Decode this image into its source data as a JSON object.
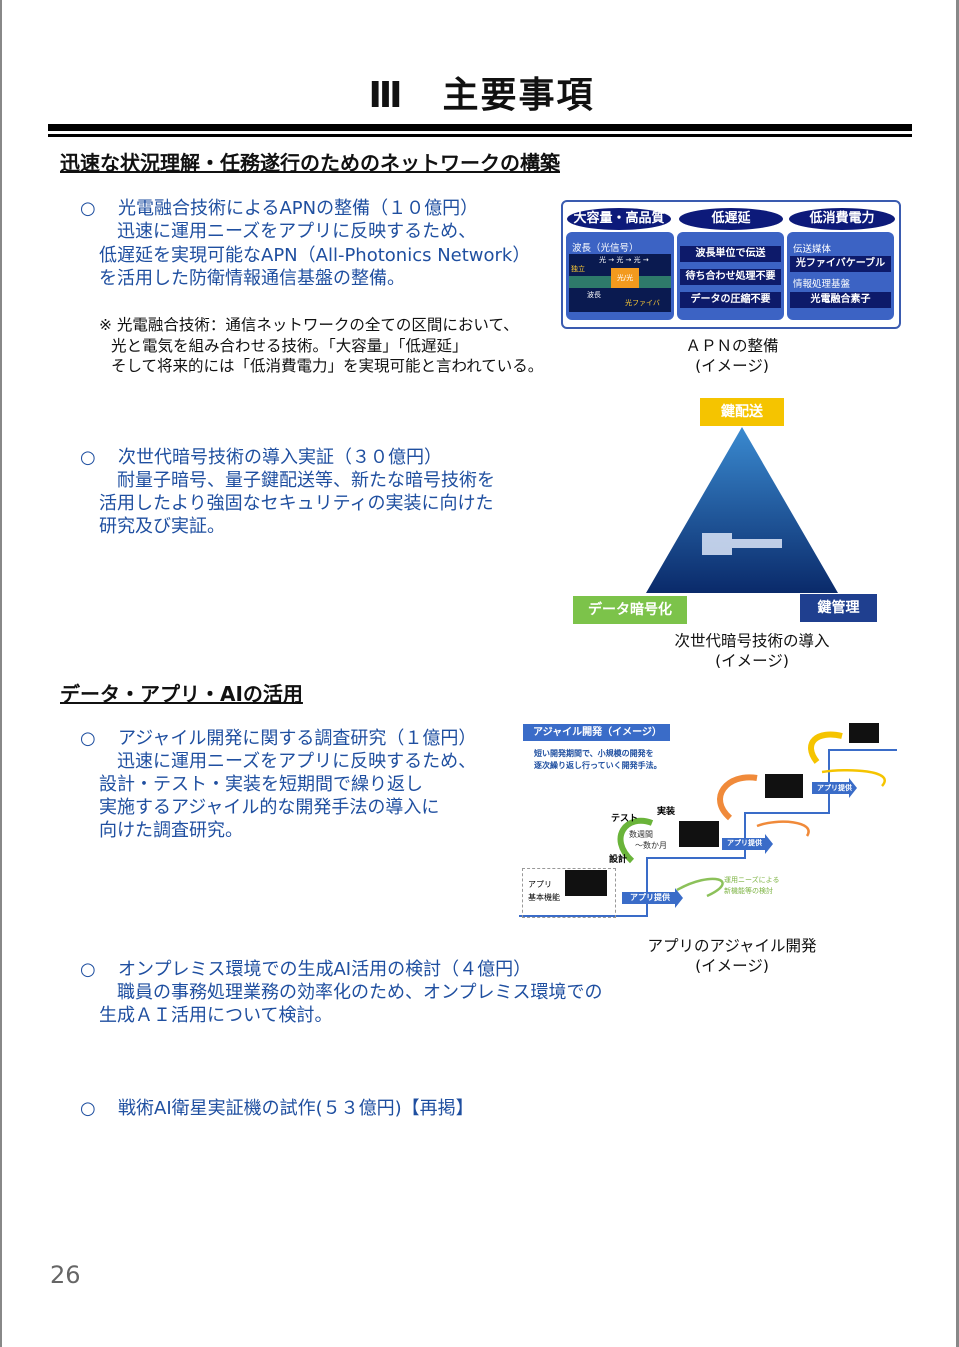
{
  "title": "Ⅲ　主要事項",
  "section1": {
    "heading": "迅速な状況理解・任務遂行のためのネットワークの構築",
    "item1": {
      "bullet": "○",
      "lines": [
        "光電融合技術によるAPNの整備（１０億円）",
        "　迅速に運用ニーズをアプリに反映するため、",
        "低遅延を実現可能なAPN（All-Photonics Network）",
        "を活用した防衛情報通信基盤の整備。"
      ]
    },
    "note": [
      "※ 光電融合技術：通信ネットワークの全ての区間において、",
      "光と電気を組み合わせる技術。「大容量」「低遅延」",
      "そして将来的には「低消費電力」を実現可能と言われている。"
    ],
    "apn": {
      "pills": [
        "大容量・高品質",
        "低遅延",
        "低消費電力"
      ],
      "col1_label": "波長（光信号）",
      "col1_flow": "光 → 光 → 光 →",
      "col1_tags": [
        "独立",
        "光/光",
        "波長",
        "光ファイバ"
      ],
      "col2_boxes": [
        "波長単位で伝送",
        "待ち合わせ処理不要",
        "データの圧縮不要"
      ],
      "col3_labels": [
        "伝送媒体",
        "情報処理基盤"
      ],
      "col3_boxes": [
        "光ファイバケーブル",
        "光電融合素子"
      ],
      "caption": [
        "ＡＰＮの整備",
        "(イメージ)"
      ]
    },
    "item2": {
      "bullet": "○",
      "lines": [
        "次世代暗号技術の導入実証（３０億円）",
        "　耐量子暗号、量子鍵配送等、新たな暗号技術を",
        "活用したより強固なセキュリティの実装に向けた",
        "研究及び実証。"
      ]
    },
    "pyramid": {
      "top": "鍵配送",
      "left": "データ暗号化",
      "right": "鍵管理",
      "caption": [
        "次世代暗号技術の導入",
        "(イメージ)"
      ]
    }
  },
  "section2": {
    "heading": "データ・アプリ・AIの活用",
    "item1": {
      "bullet": "○",
      "lines": [
        "アジャイル開発に関する調査研究（１億円）",
        "　迅速に運用ニーズをアプリに反映するため、",
        "設計・テスト・実装を短期間で繰り返し",
        "実施するアジャイル的な開発手法の導入に",
        "向けた調査研究。"
      ]
    },
    "agile": {
      "banner": "アジャイル開発（イメージ）",
      "desc": [
        "短い開発期間で、小規模の開発を",
        "逐次繰り返し行っていく開発手法。"
      ],
      "base": [
        "アプリ",
        "基本機能"
      ],
      "cycle": [
        "テスト",
        "実装",
        "設計"
      ],
      "period": [
        "数週間",
        "～数か月"
      ],
      "provide": "アプリ提供",
      "needs": [
        "運用ニーズによる",
        "新機能等の検討"
      ],
      "caption": [
        "アプリのアジャイル開発",
        "(イメージ)"
      ]
    },
    "item2": {
      "bullet": "○",
      "lines": [
        "オンプレミス環境での生成AI活用の検討（４億円）",
        "　職員の事務処理業務の効率化のため、オンプレミス環境での",
        "生成ＡＩ活用について検討。"
      ]
    },
    "item3": {
      "bullet": "○",
      "lines": [
        "戦術AI衛星実証機の試作(５３億円)【再掲】"
      ]
    }
  },
  "page_number": "26"
}
